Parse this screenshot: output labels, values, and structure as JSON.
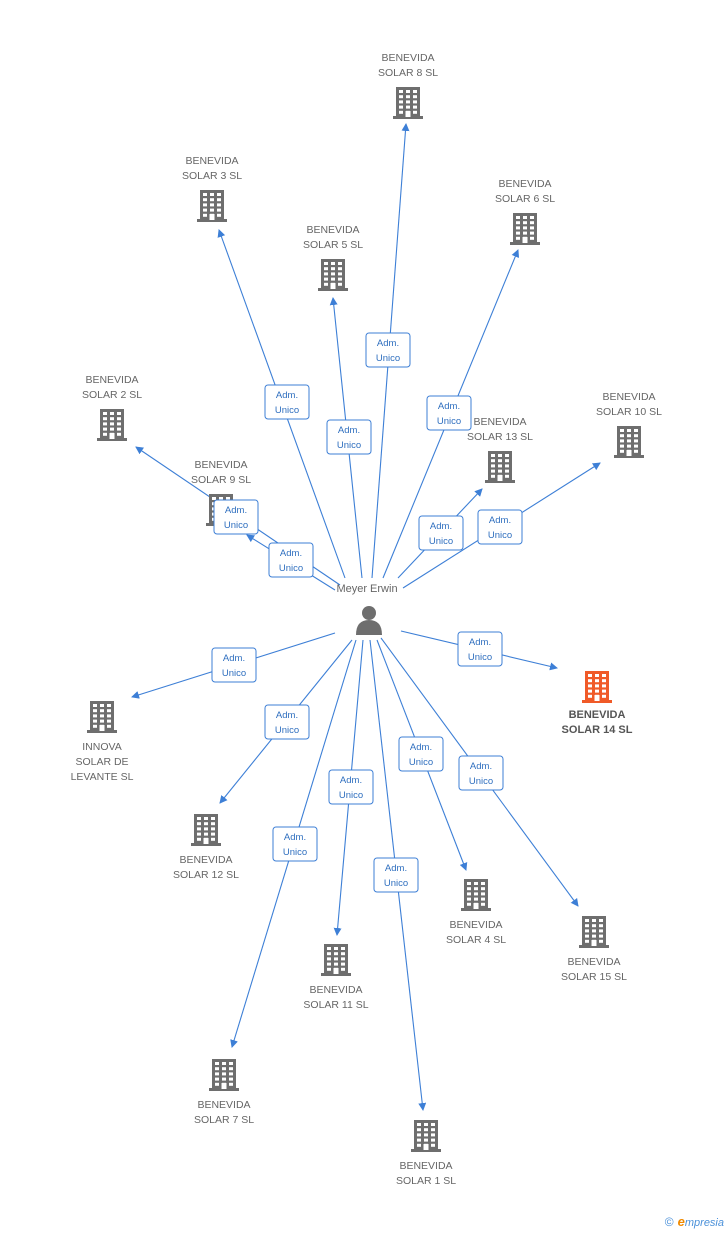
{
  "center": {
    "label": "Meyer Erwin",
    "icon": "person-icon"
  },
  "relation_label": [
    "Adm.",
    "Unico"
  ],
  "companies": [
    {
      "id": "s8",
      "lines": [
        "BENEVIDA",
        "SOLAR 8 SL"
      ]
    },
    {
      "id": "s3",
      "lines": [
        "BENEVIDA",
        "SOLAR 3 SL"
      ]
    },
    {
      "id": "s5",
      "lines": [
        "BENEVIDA",
        "SOLAR 5 SL"
      ]
    },
    {
      "id": "s6",
      "lines": [
        "BENEVIDA",
        "SOLAR 6 SL"
      ]
    },
    {
      "id": "s2",
      "lines": [
        "BENEVIDA",
        "SOLAR 2 SL"
      ]
    },
    {
      "id": "s10",
      "lines": [
        "BENEVIDA",
        "SOLAR 10 SL"
      ]
    },
    {
      "id": "s13",
      "lines": [
        "BENEVIDA",
        "SOLAR 13 SL"
      ]
    },
    {
      "id": "s9",
      "lines": [
        "BENEVIDA",
        "SOLAR 9 SL"
      ]
    },
    {
      "id": "s14",
      "lines": [
        "BENEVIDA",
        "SOLAR 14 SL"
      ],
      "highlight": true
    },
    {
      "id": "innova",
      "lines": [
        "INNOVA",
        "SOLAR DE",
        "LEVANTE SL"
      ]
    },
    {
      "id": "s12",
      "lines": [
        "BENEVIDA",
        "SOLAR 12 SL"
      ]
    },
    {
      "id": "s4",
      "lines": [
        "BENEVIDA",
        "SOLAR 4 SL"
      ]
    },
    {
      "id": "s15",
      "lines": [
        "BENEVIDA",
        "SOLAR 15 SL"
      ]
    },
    {
      "id": "s11",
      "lines": [
        "BENEVIDA",
        "SOLAR 11 SL"
      ]
    },
    {
      "id": "s7",
      "lines": [
        "BENEVIDA",
        "SOLAR 7 SL"
      ]
    },
    {
      "id": "s1",
      "lines": [
        "BENEVIDA",
        "SOLAR 1 SL"
      ]
    }
  ],
  "colors": {
    "edge": "#3d7fd6",
    "building": "#6e6e6e",
    "highlight": "#f05a28",
    "person": "#6e6e6e"
  },
  "footer": {
    "copyright": "©",
    "brand_initial": "e",
    "brand_rest": "mpresia"
  }
}
